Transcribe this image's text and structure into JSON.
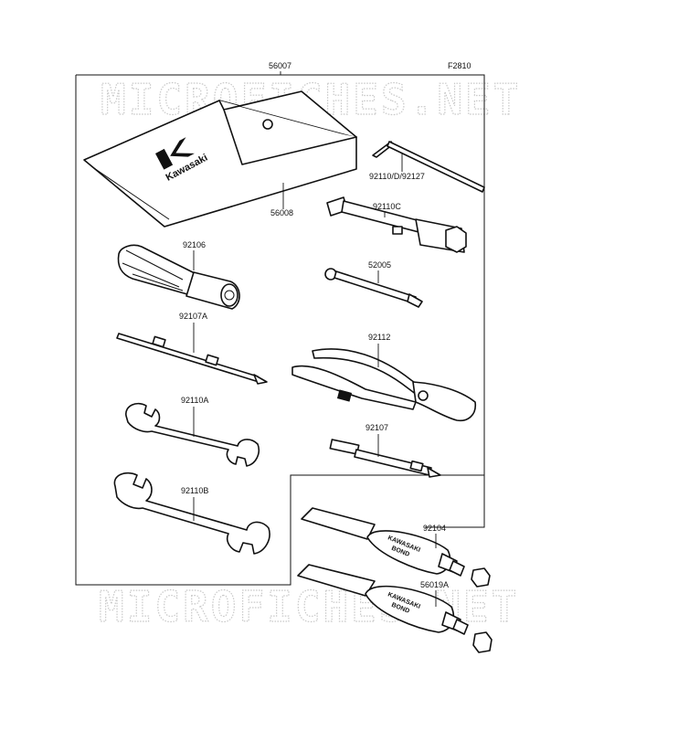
{
  "watermark": {
    "top": "MICROFICHES.NET",
    "bottom": "MICROFICHES.NET"
  },
  "figure_code": "F2810",
  "logo": {
    "letter": "K",
    "wordmark": "Kawasaki"
  },
  "tube_label": {
    "line1": "KAWASAKI",
    "line2": "BOND"
  },
  "parts": [
    {
      "id": "56007",
      "label": "56007"
    },
    {
      "id": "56008",
      "label": "56008"
    },
    {
      "id": "92110D",
      "label": "92110/D/92127"
    },
    {
      "id": "92110C",
      "label": "92110C"
    },
    {
      "id": "92106",
      "label": "92106"
    },
    {
      "id": "52005",
      "label": "52005"
    },
    {
      "id": "92107A",
      "label": "92107A"
    },
    {
      "id": "92112",
      "label": "92112"
    },
    {
      "id": "92110A",
      "label": "92110A"
    },
    {
      "id": "92107",
      "label": "92107"
    },
    {
      "id": "92110B",
      "label": "92110B"
    },
    {
      "id": "92104",
      "label": "92104"
    },
    {
      "id": "56019A",
      "label": "56019A"
    }
  ]
}
